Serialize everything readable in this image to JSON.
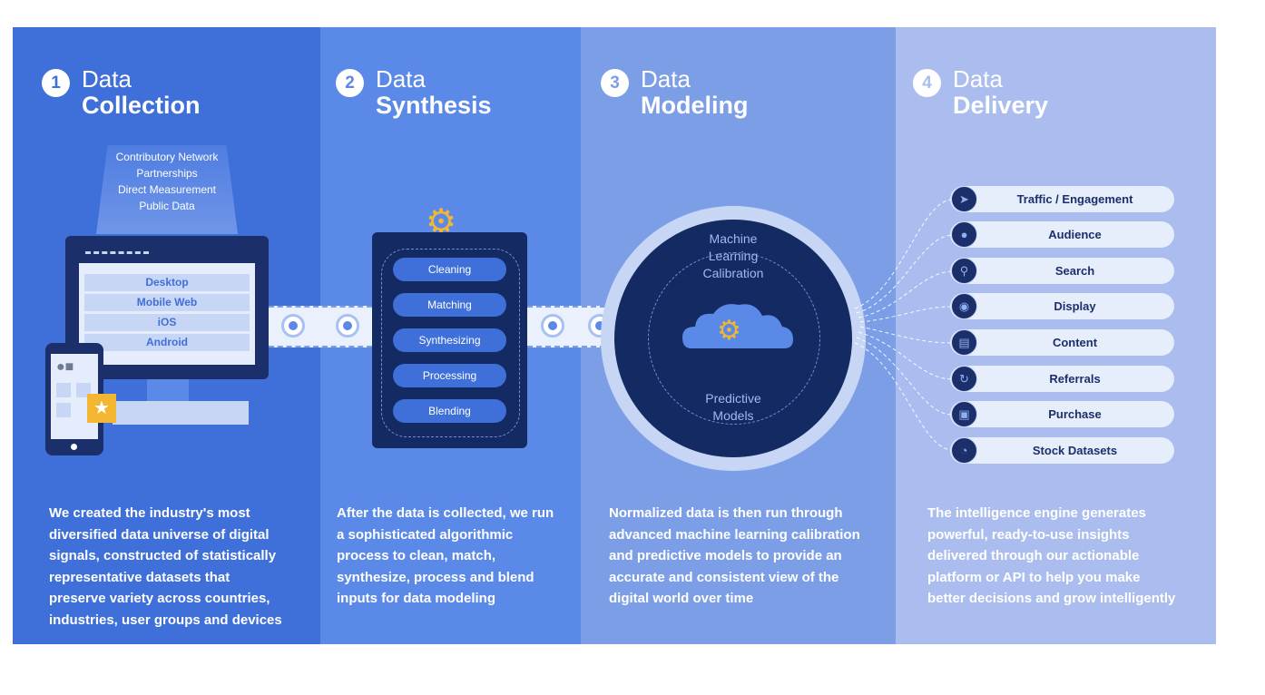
{
  "steps": [
    {
      "number": "1",
      "line1": "Data",
      "line2": "Collection",
      "description": [
        "We created the industry's most",
        "diversified data universe of digital",
        "signals, constructed of statistically",
        "representative datasets that",
        "preserve variety across countries,",
        "industries, user groups and devices"
      ]
    },
    {
      "number": "2",
      "line1": "Data",
      "line2": "Synthesis",
      "description": [
        "After the data is collected, we run",
        "a sophisticated algorithmic",
        "process to clean, match,",
        "synthesize, process and blend",
        "inputs for data modeling"
      ]
    },
    {
      "number": "3",
      "line1": "Data",
      "line2": "Modeling",
      "description": [
        "Normalized data is then run through",
        "advanced machine learning calibration",
        "and predictive models to provide an",
        "accurate and consistent view of the",
        "digital world over time"
      ]
    },
    {
      "number": "4",
      "line1": "Data",
      "line2": "Delivery",
      "description": [
        "The intelligence engine generates",
        "powerful, ready-to-use insights",
        "delivered through our actionable",
        "platform or API to help you make",
        "better decisions and grow intelligently"
      ]
    }
  ],
  "sources": [
    "Contributory Network",
    "Partnerships",
    "Direct Measurement",
    "Public Data"
  ],
  "devices": [
    "Desktop",
    "Mobile Web",
    "iOS",
    "Android"
  ],
  "processes": [
    "Cleaning",
    "Matching",
    "Synthesizing",
    "Processing",
    "Blending"
  ],
  "engine": {
    "top_line1": "Machine",
    "top_line2": "Learning",
    "top_line3": "Calibration",
    "bottom_line1": "Predictive",
    "bottom_line2": "Models"
  },
  "outputs": [
    {
      "label": "Traffic / Engagement",
      "icon": "cursor-icon",
      "glyph": "➤"
    },
    {
      "label": "Audience",
      "icon": "person-icon",
      "glyph": "●"
    },
    {
      "label": "Search",
      "icon": "magnifier-icon",
      "glyph": "⚲"
    },
    {
      "label": "Display",
      "icon": "eye-icon",
      "glyph": "◉"
    },
    {
      "label": "Content",
      "icon": "document-icon",
      "glyph": "▤"
    },
    {
      "label": "Referrals",
      "icon": "referral-icon",
      "glyph": "↻"
    },
    {
      "label": "Purchase",
      "icon": "cart-icon",
      "glyph": "▣"
    },
    {
      "label": "Stock Datasets",
      "icon": "chart-icon",
      "glyph": "◔"
    }
  ],
  "colors": {
    "panel1": "#3f6fd9",
    "panel2": "#5b89e8",
    "panel3": "#7c9ee6",
    "panel4": "#aabdee",
    "navy": "#142a62",
    "accent": "#f2b632"
  }
}
